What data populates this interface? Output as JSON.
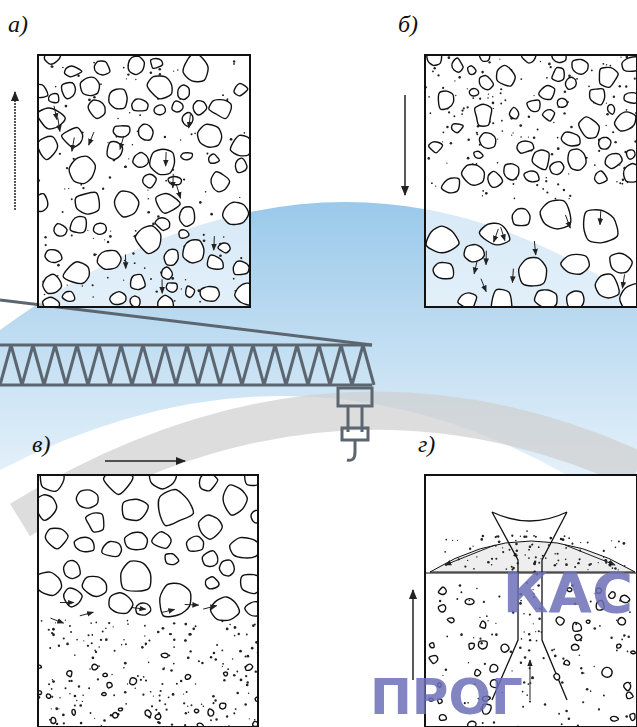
{
  "diagram": {
    "labels": [
      "а)",
      "б)",
      "в)",
      "г)",
      "КАС",
      "ПРОГ"
    ]
  }
}
